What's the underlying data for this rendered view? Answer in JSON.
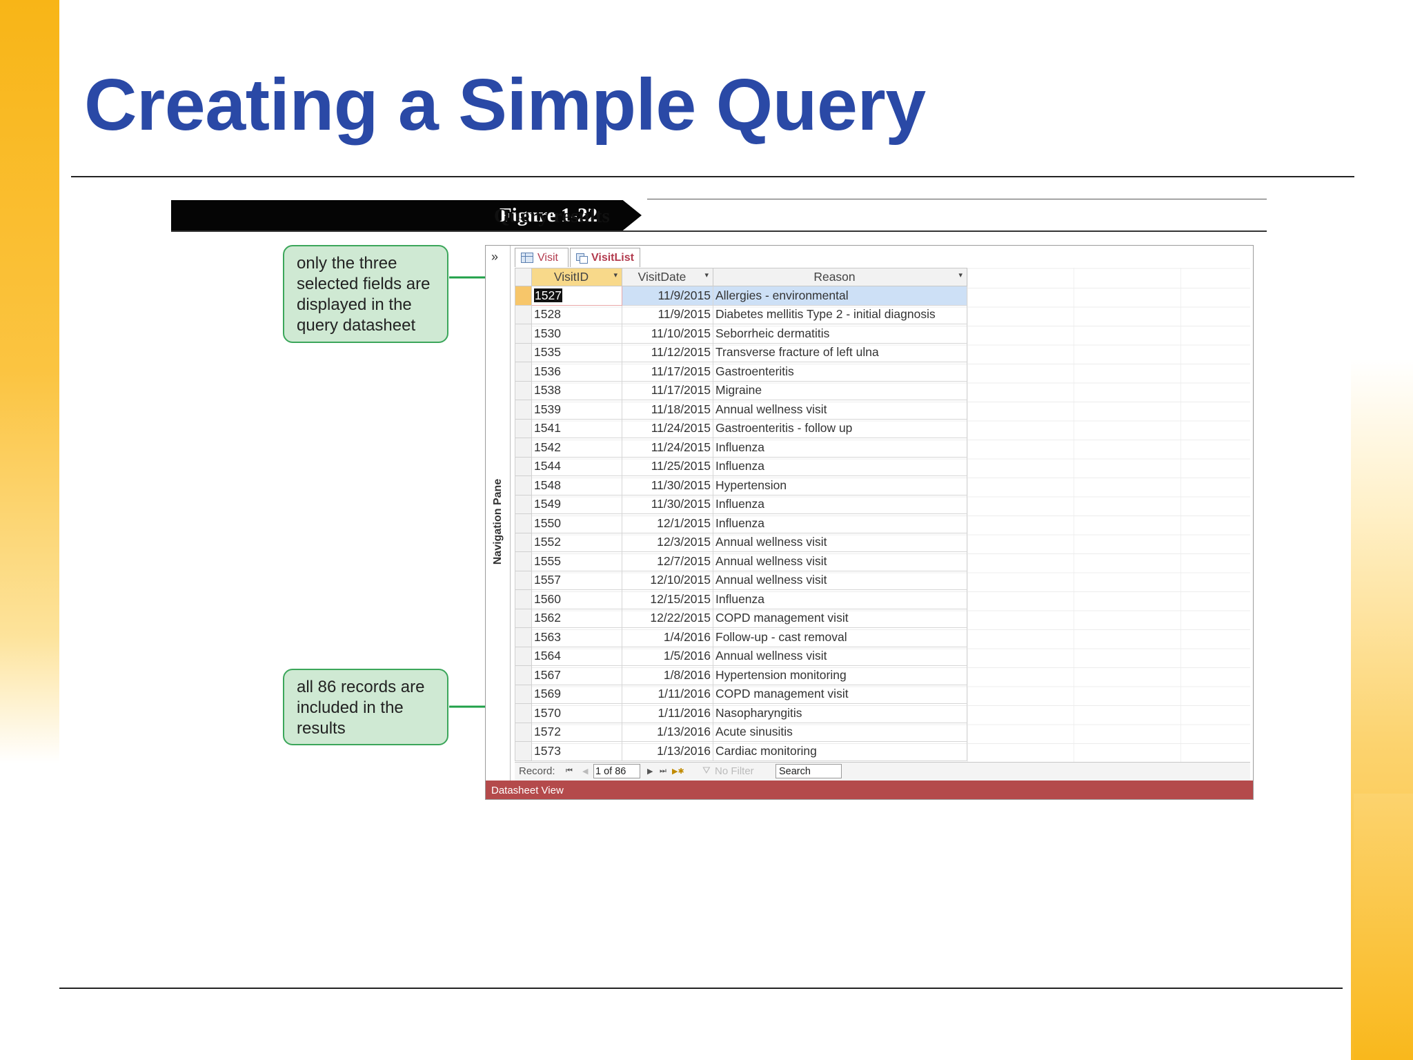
{
  "slide": {
    "title": "Creating a Simple Query"
  },
  "figure": {
    "label": "Figure 1-22",
    "caption": "Query results"
  },
  "callouts": {
    "fields_note": "only the three selected fields are displayed in the query datasheet",
    "records_note": "all 86 records are included in the results"
  },
  "nav_pane": {
    "toggle": "»",
    "label": "Navigation Pane"
  },
  "tabs": [
    {
      "label": "Visit",
      "icon": "table-icon"
    },
    {
      "label": "VisitList",
      "icon": "query-icon"
    }
  ],
  "datasheet": {
    "columns": [
      "VisitID",
      "VisitDate",
      "Reason"
    ],
    "rows": [
      [
        "1527",
        "11/9/2015",
        "Allergies - environmental"
      ],
      [
        "1528",
        "11/9/2015",
        "Diabetes mellitis Type 2 - initial diagnosis"
      ],
      [
        "1530",
        "11/10/2015",
        "Seborrheic dermatitis"
      ],
      [
        "1535",
        "11/12/2015",
        "Transverse fracture of left ulna"
      ],
      [
        "1536",
        "11/17/2015",
        "Gastroenteritis"
      ],
      [
        "1538",
        "11/17/2015",
        "Migraine"
      ],
      [
        "1539",
        "11/18/2015",
        "Annual wellness visit"
      ],
      [
        "1541",
        "11/24/2015",
        "Gastroenteritis - follow up"
      ],
      [
        "1542",
        "11/24/2015",
        "Influenza"
      ],
      [
        "1544",
        "11/25/2015",
        "Influenza"
      ],
      [
        "1548",
        "11/30/2015",
        "Hypertension"
      ],
      [
        "1549",
        "11/30/2015",
        "Influenza"
      ],
      [
        "1550",
        "12/1/2015",
        "Influenza"
      ],
      [
        "1552",
        "12/3/2015",
        "Annual wellness visit"
      ],
      [
        "1555",
        "12/7/2015",
        "Annual wellness visit"
      ],
      [
        "1557",
        "12/10/2015",
        "Annual wellness visit"
      ],
      [
        "1560",
        "12/15/2015",
        "Influenza"
      ],
      [
        "1562",
        "12/22/2015",
        "COPD management visit"
      ],
      [
        "1563",
        "1/4/2016",
        "Follow-up - cast removal"
      ],
      [
        "1564",
        "1/5/2016",
        "Annual wellness visit"
      ],
      [
        "1567",
        "1/8/2016",
        "Hypertension monitoring"
      ],
      [
        "1569",
        "1/11/2016",
        "COPD management visit"
      ],
      [
        "1570",
        "1/11/2016",
        "Nasopharyngitis"
      ],
      [
        "1572",
        "1/13/2016",
        "Acute sinusitis"
      ],
      [
        "1573",
        "1/13/2016",
        "Cardiac monitoring"
      ]
    ]
  },
  "record_bar": {
    "label": "Record:",
    "position": "1 of 86",
    "filter": "No Filter",
    "search": "Search"
  },
  "status_bar": {
    "text": "Datasheet View"
  },
  "colors": {
    "title": "#2a49a6",
    "accent": "#f8b517",
    "callout_fill": "#cfe9d3",
    "callout_border": "#3ba65a",
    "status_bar": "#b44a4b"
  }
}
